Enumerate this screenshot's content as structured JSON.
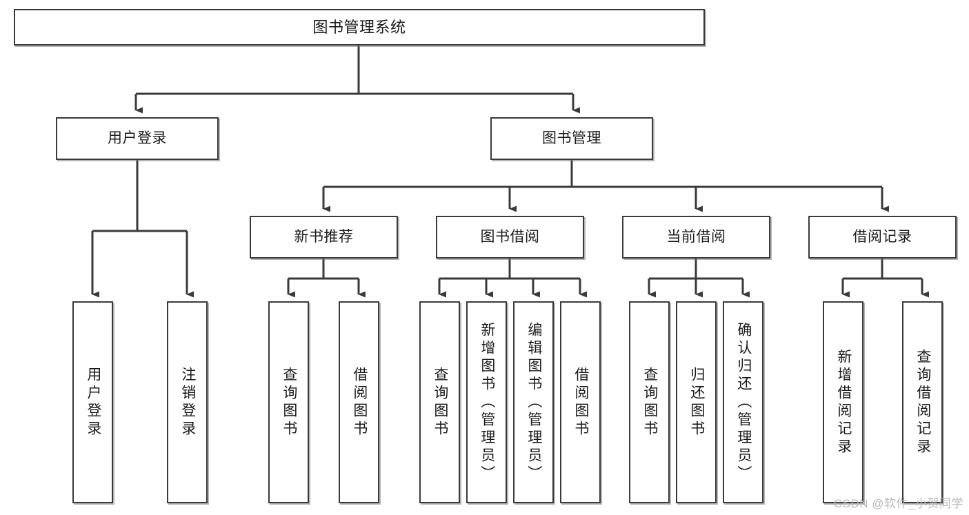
{
  "diagram": {
    "title": "图书管理系统",
    "type": "hierarchy-tree",
    "watermark": "CSDN @软件_小贺同学",
    "colors": {
      "box_border": "#3a3a3a",
      "box_fill": "#ffffff",
      "edge": "#3a3a3a",
      "text": "#1a1a1a",
      "watermark": "#b9b9b9"
    },
    "root": {
      "label": "图书管理系统"
    },
    "level2": [
      {
        "label": "用户登录"
      },
      {
        "label": "图书管理"
      }
    ],
    "level3": [
      {
        "label": "新书推荐"
      },
      {
        "label": "图书借阅"
      },
      {
        "label": "当前借阅"
      },
      {
        "label": "借阅记录"
      }
    ],
    "leaves": {
      "user_login": [
        {
          "label": "用户登录"
        },
        {
          "label": "注销登录"
        }
      ],
      "new_book_recommend": [
        {
          "label": "查询图书"
        },
        {
          "label": "借阅图书"
        }
      ],
      "book_borrow": [
        {
          "label": "查询图书"
        },
        {
          "label": "新增图书（管理员）"
        },
        {
          "label": "编辑图书（管理员）"
        },
        {
          "label": "借阅图书"
        }
      ],
      "current_borrow": [
        {
          "label": "查询图书"
        },
        {
          "label": "归还图书"
        },
        {
          "label": "确认归还（管理员）"
        }
      ],
      "borrow_records": [
        {
          "label": "新增借阅记录"
        },
        {
          "label": "查询借阅记录"
        }
      ]
    }
  }
}
